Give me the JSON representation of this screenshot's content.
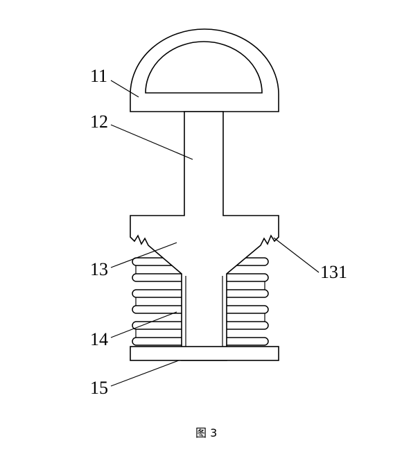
{
  "figure": {
    "caption": "图 3"
  },
  "labels": {
    "cap": "11",
    "stem": "12",
    "wedge_block": "13",
    "barb": "131",
    "spring": "14",
    "base": "15"
  }
}
